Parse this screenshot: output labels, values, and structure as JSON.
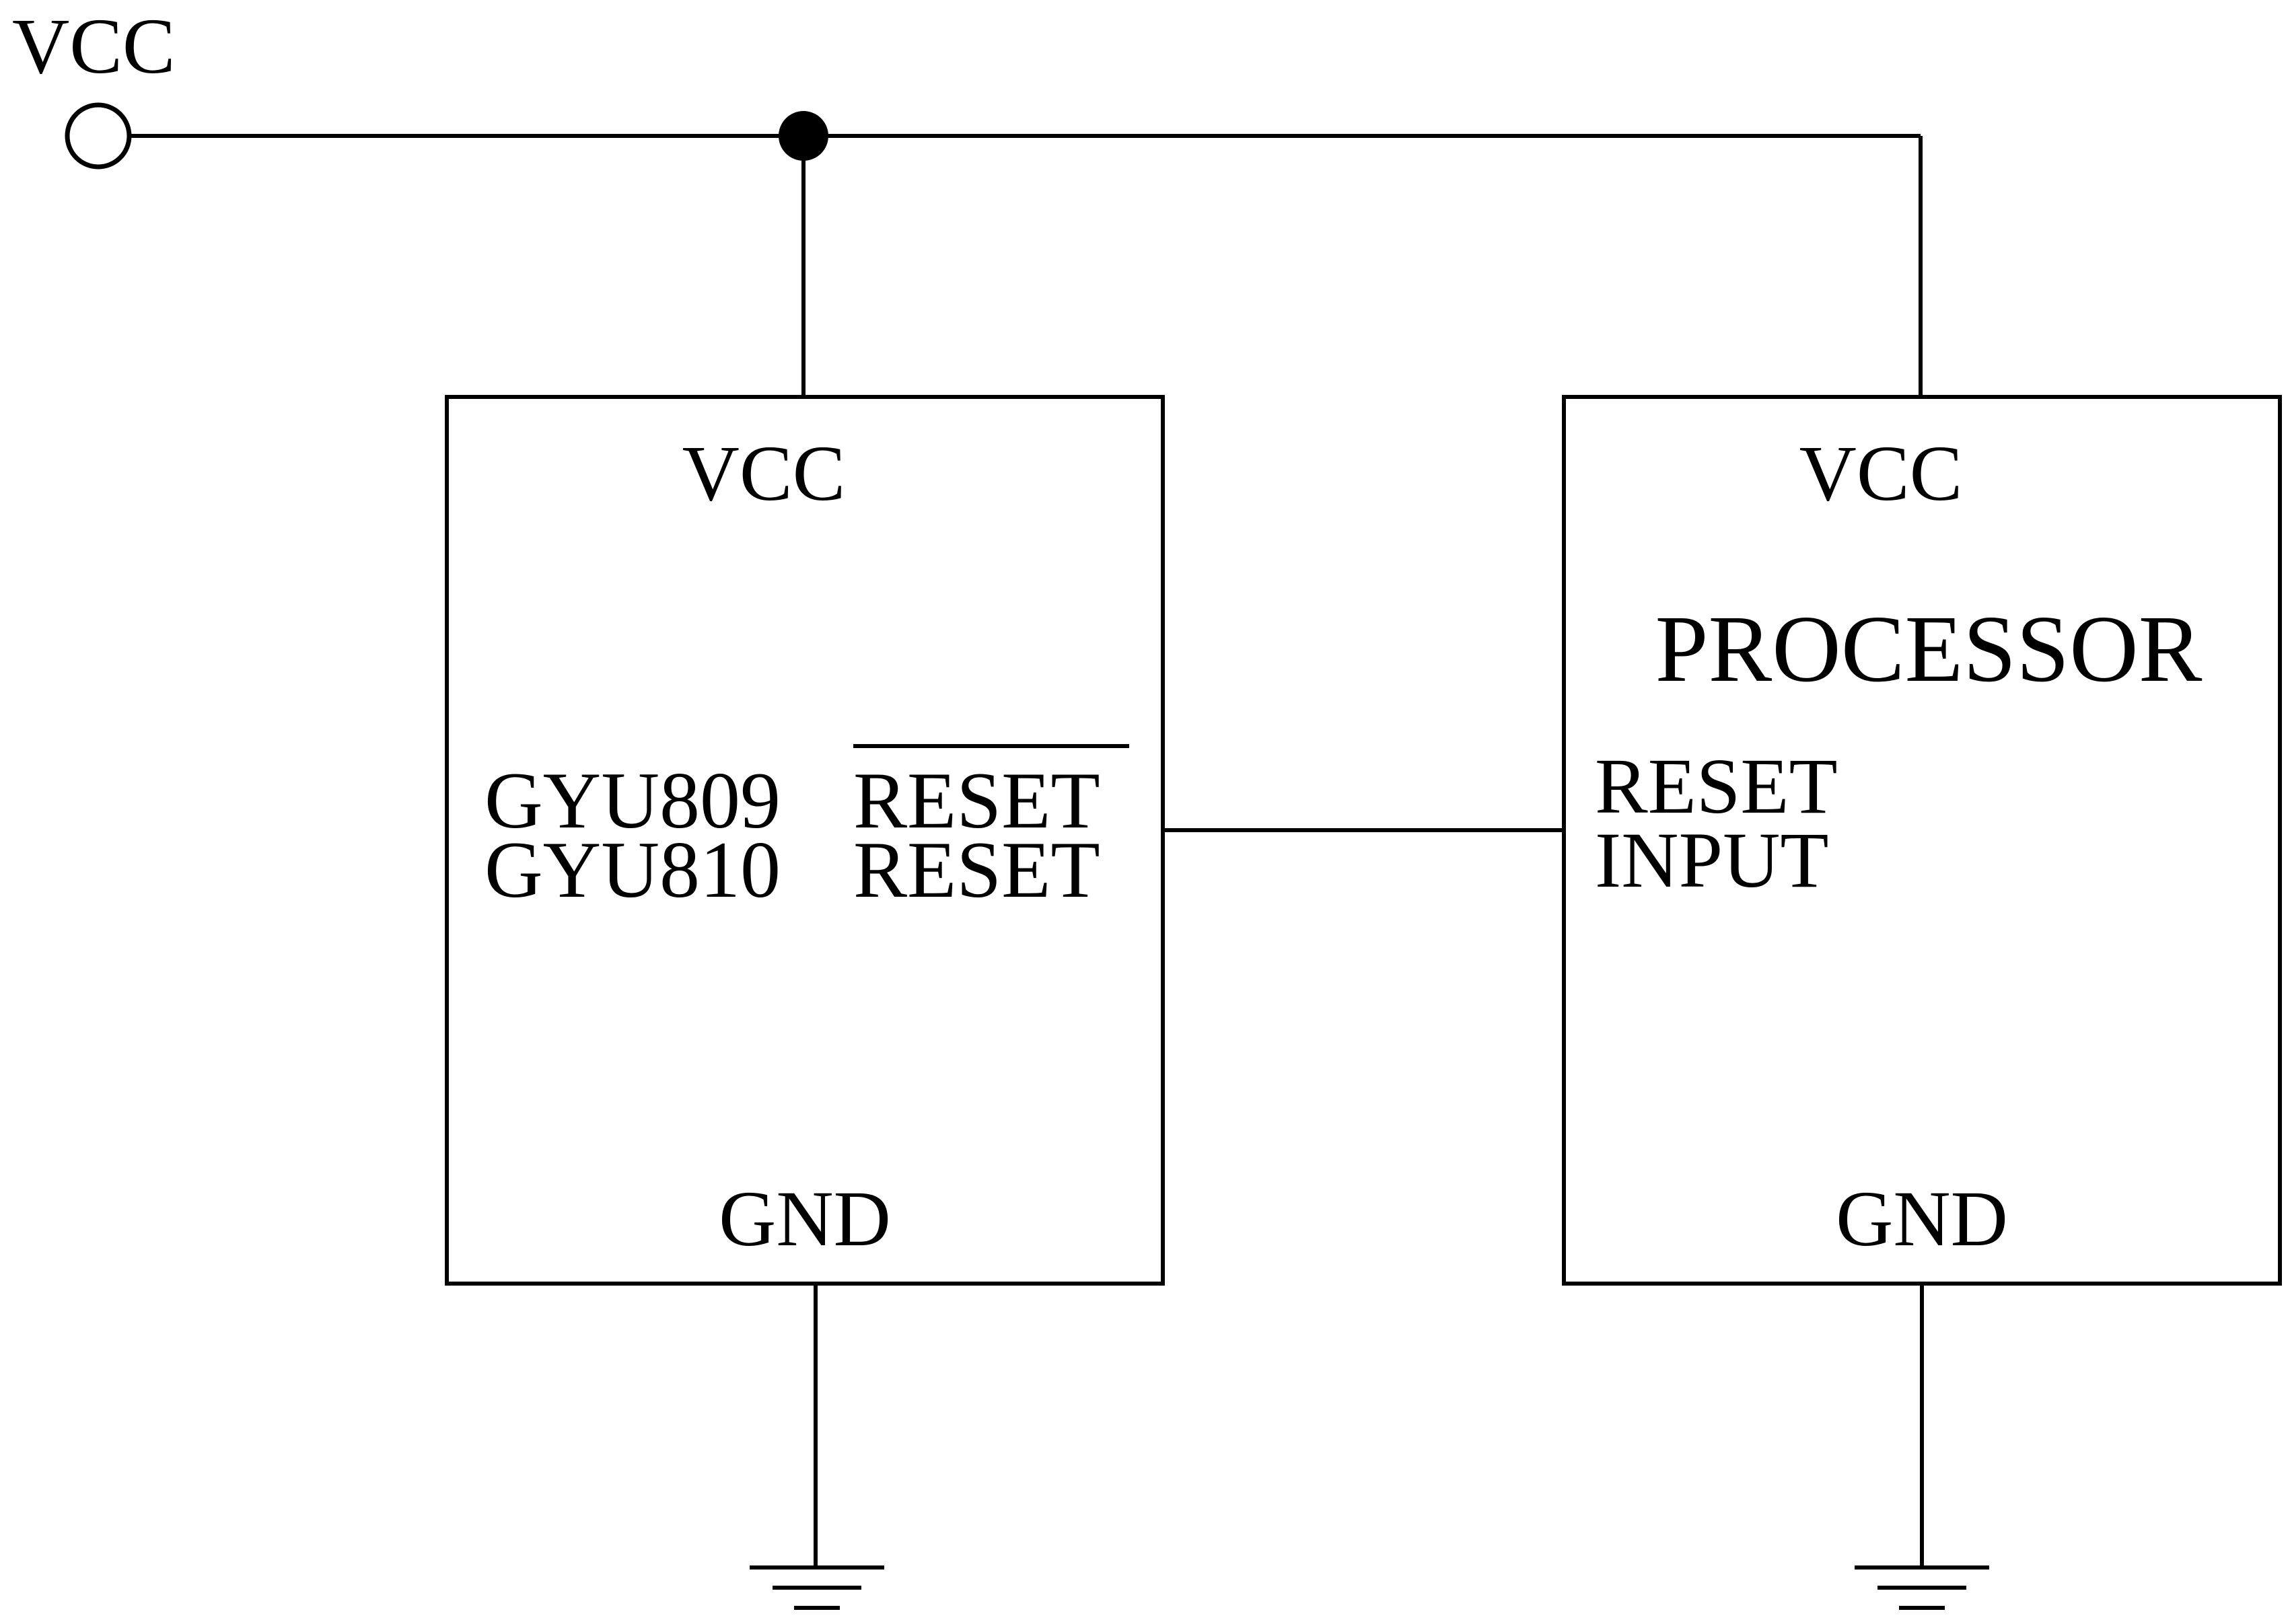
{
  "supply": {
    "label": "VCC"
  },
  "supervisor": {
    "vcc_pin": "VCC",
    "part_line_1": "GYU809",
    "reset_line_1": "RESET",
    "part_line_2": "GYU810",
    "reset_line_2": "RESET",
    "gnd_pin": "GND"
  },
  "processor": {
    "vcc_pin": "VCC",
    "title": "PROCESSOR",
    "reset_line_1": "RESET",
    "reset_line_2": "INPUT",
    "gnd_pin": "GND"
  }
}
